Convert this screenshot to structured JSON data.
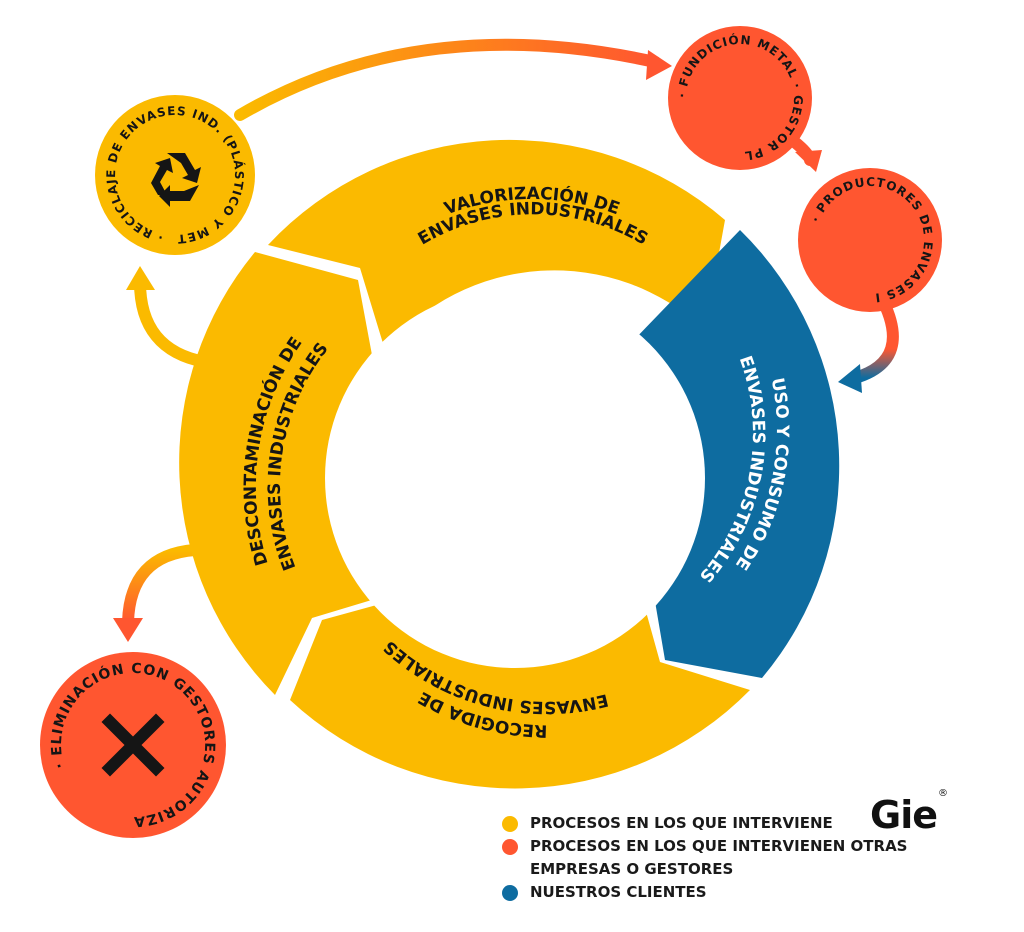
{
  "colors": {
    "gie": "#FBBA00",
    "otras": "#FF5630",
    "clientes": "#0E6CA0",
    "dark": "#151515"
  },
  "stages": {
    "valorizacion": [
      "VALORIZACIÓN DE",
      "ENVASES INDUSTRIALES"
    ],
    "uso": [
      "USO Y CONSUMO DE",
      "ENVASES INDUSTRIALES"
    ],
    "recogida": [
      "RECOGIDA DE",
      "ENVASES INDUSTRIALES"
    ],
    "descontaminacion": [
      "DESCONTAMINACIÓN DE",
      "ENVASES INDUSTRIALES"
    ]
  },
  "circles": {
    "reciclaje": "· RECICLAJE DE ENVASES IND. (PLÁSTICO Y METAL)",
    "fundicion": "· FUNDICIÓN METAL · GESTOR PLÁSTICO",
    "productores": "· PRODUCTORES DE ENVASES INDUST",
    "eliminacion": "· ELIMINACIÓN CON GESTORES AUTORIZADOS",
    "reciclaje_icon": "recycle-icon",
    "eliminacion_icon": "cross-icon"
  },
  "legend": {
    "gie": "PROCESOS EN LOS QUE INTERVIENE",
    "otras": "PROCESOS EN LOS QUE INTERVIENEN OTRAS EMPRESAS O GESTORES",
    "clientes": "NUESTROS CLIENTES"
  },
  "brand": {
    "name": "Gie",
    "mark": "®"
  }
}
